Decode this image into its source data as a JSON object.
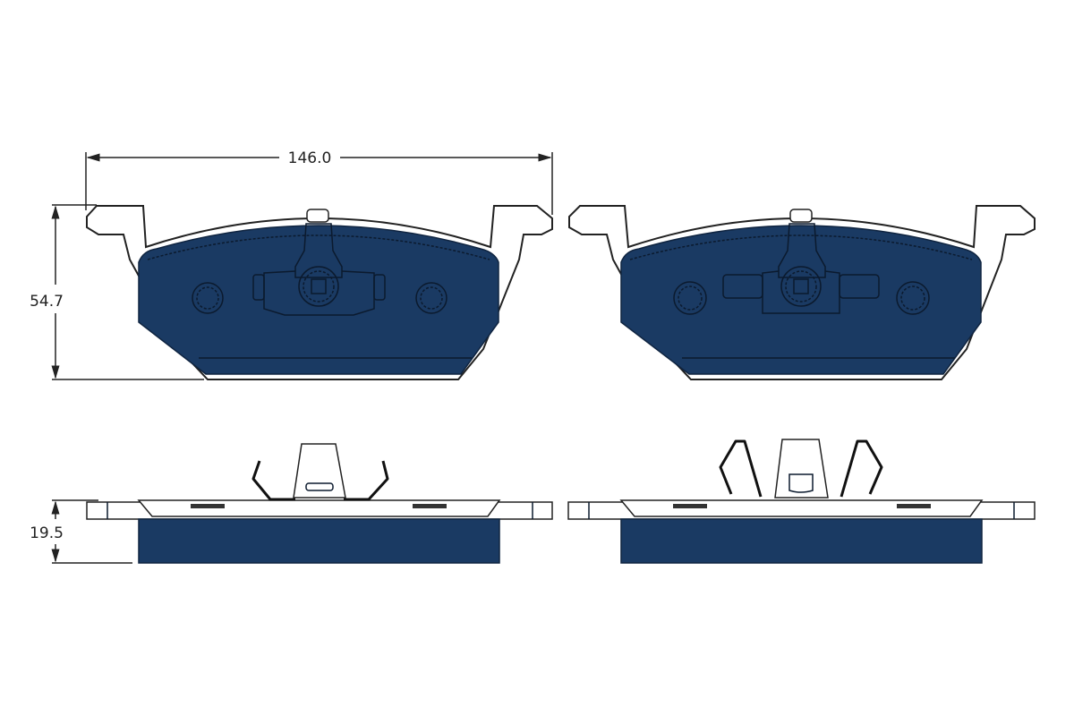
{
  "drawing": {
    "subject": "Brake pad set technical drawing",
    "colors": {
      "friction_material": "#1a3a63",
      "outline": "#222222",
      "background": "#ffffff"
    },
    "dimensions": {
      "width": "146.0",
      "height": "54.7",
      "thickness": "19.5"
    },
    "views": [
      {
        "id": "front-left",
        "label": "Pad front view (left)"
      },
      {
        "id": "front-right",
        "label": "Pad front view (right)"
      },
      {
        "id": "side-left",
        "label": "Pad side view (left)"
      },
      {
        "id": "side-right",
        "label": "Pad side view (right)"
      }
    ]
  }
}
